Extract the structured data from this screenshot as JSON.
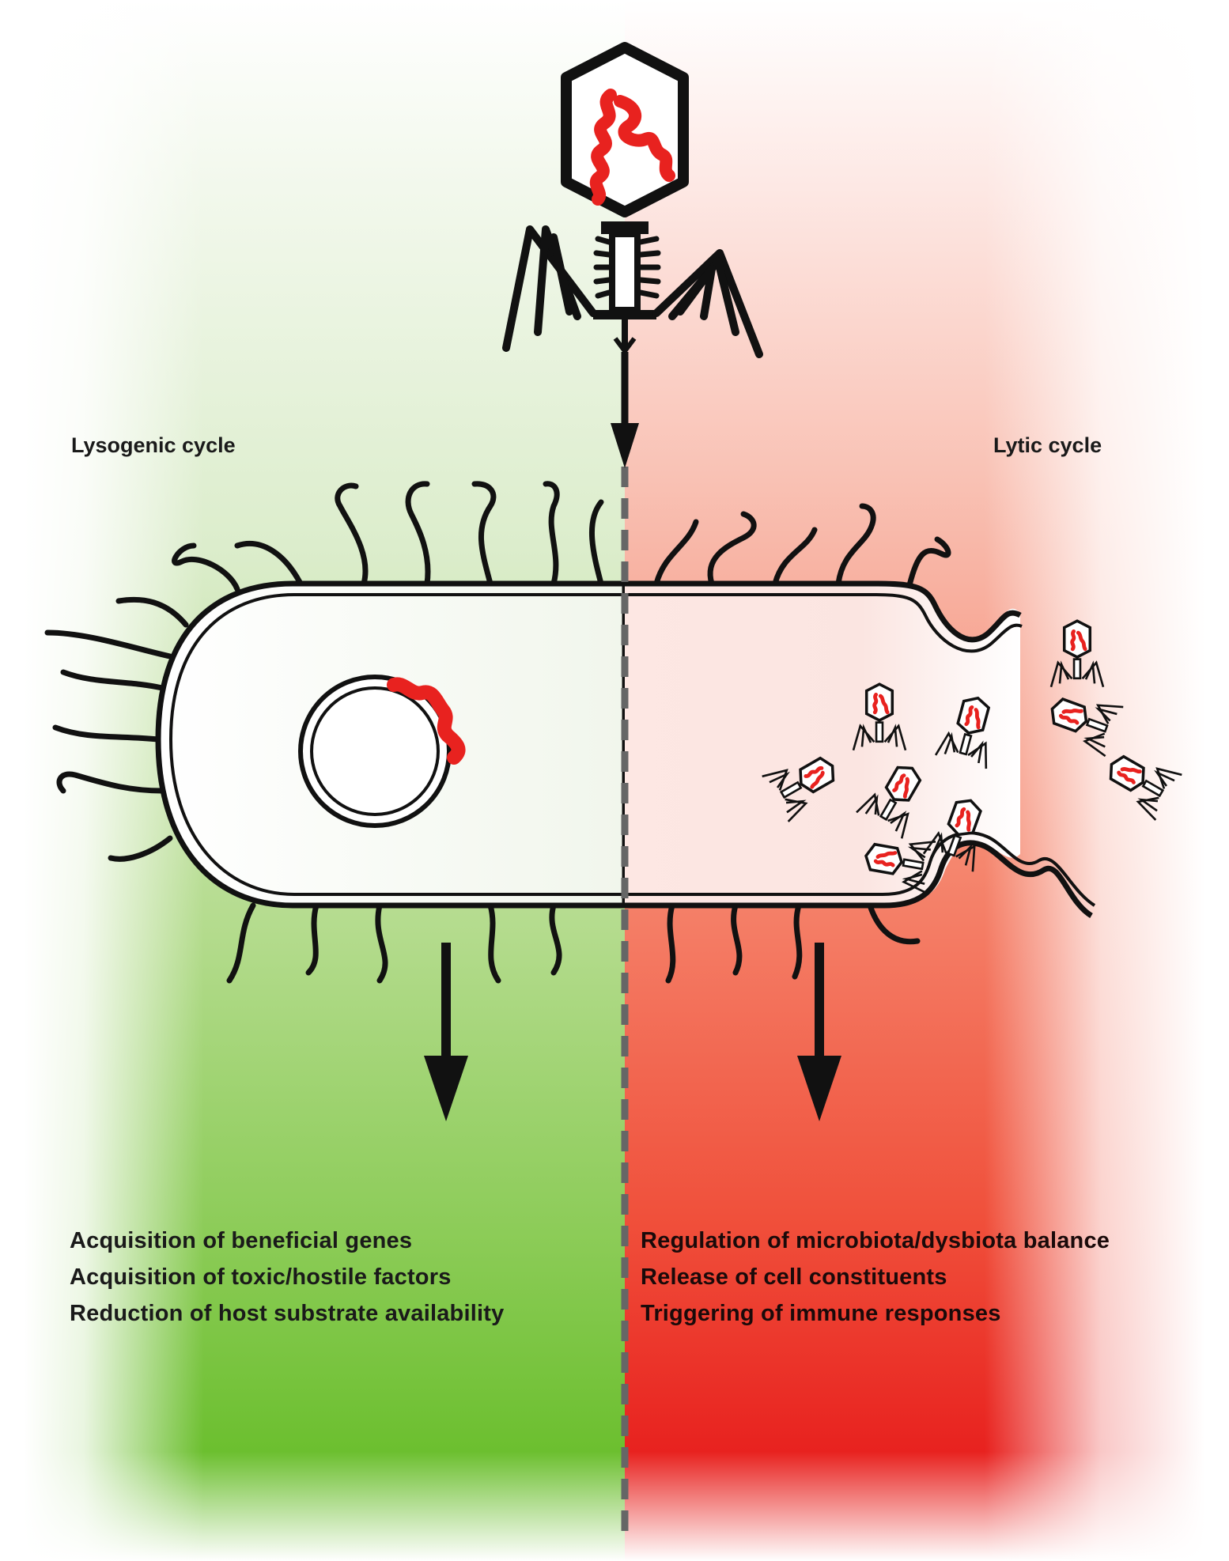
{
  "diagram": {
    "phage_label": "",
    "lysogenic": {
      "title": "Lysogenic cycle",
      "effects": [
        "Acquisition of beneficial genes",
        "Acquisition of toxic/hostile factors",
        "Reduction of host substrate availability"
      ]
    },
    "lytic": {
      "title": "Lytic cycle",
      "effects": [
        "Regulation of microbiota/dysbiota balance",
        "Release of cell constituents",
        "Triggering of immune responses"
      ]
    },
    "colors": {
      "lysogenic_green": "#6cbf2f",
      "lytic_red": "#e8221f",
      "dna_red": "#e8221f",
      "outline": "#111111",
      "divider": "#666666"
    }
  }
}
